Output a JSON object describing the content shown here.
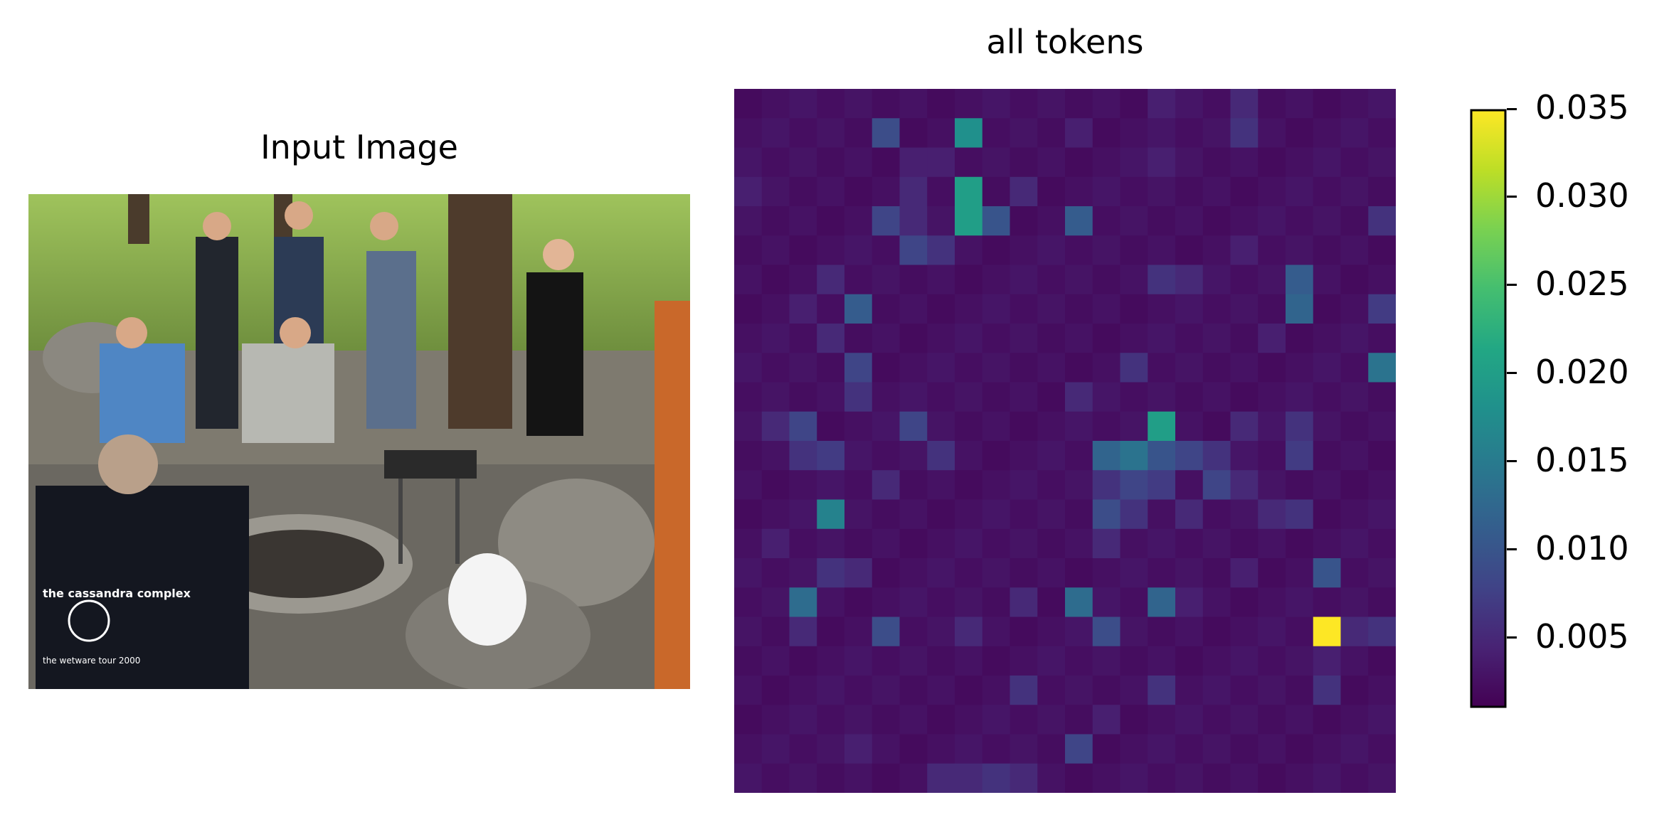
{
  "left_panel": {
    "title": "Input Image",
    "image_description_icon": "photo-placeholder",
    "jacket_text_line1": "the cassandra complex",
    "jacket_text_line2": "the wetware tour 2000"
  },
  "chart_data": {
    "type": "heatmap",
    "title": "all tokens",
    "rows": 24,
    "cols": 24,
    "vmin": 0.001,
    "vmax": 0.035,
    "colormap": "viridis",
    "colorbar_ticks": [
      "0.035",
      "0.030",
      "0.025",
      "0.020",
      "0.015",
      "0.010",
      "0.005"
    ],
    "colorbar_tick_values": [
      0.035,
      0.03,
      0.025,
      0.02,
      0.015,
      0.01,
      0.005
    ],
    "background_value": 0.002,
    "cells": [
      {
        "r": 0,
        "c": 15,
        "v": 0.004
      },
      {
        "r": 0,
        "c": 18,
        "v": 0.005
      },
      {
        "r": 1,
        "c": 5,
        "v": 0.009
      },
      {
        "r": 1,
        "c": 8,
        "v": 0.018
      },
      {
        "r": 1,
        "c": 12,
        "v": 0.004
      },
      {
        "r": 1,
        "c": 18,
        "v": 0.006
      },
      {
        "r": 2,
        "c": 6,
        "v": 0.004
      },
      {
        "r": 2,
        "c": 7,
        "v": 0.004
      },
      {
        "r": 2,
        "c": 15,
        "v": 0.004
      },
      {
        "r": 3,
        "c": 0,
        "v": 0.004
      },
      {
        "r": 3,
        "c": 6,
        "v": 0.005
      },
      {
        "r": 3,
        "c": 8,
        "v": 0.02
      },
      {
        "r": 3,
        "c": 10,
        "v": 0.005
      },
      {
        "r": 4,
        "c": 5,
        "v": 0.008
      },
      {
        "r": 4,
        "c": 6,
        "v": 0.005
      },
      {
        "r": 4,
        "c": 8,
        "v": 0.02
      },
      {
        "r": 4,
        "c": 9,
        "v": 0.01
      },
      {
        "r": 4,
        "c": 12,
        "v": 0.011
      },
      {
        "r": 4,
        "c": 23,
        "v": 0.006
      },
      {
        "r": 5,
        "c": 6,
        "v": 0.008
      },
      {
        "r": 5,
        "c": 7,
        "v": 0.006
      },
      {
        "r": 5,
        "c": 18,
        "v": 0.004
      },
      {
        "r": 6,
        "c": 3,
        "v": 0.005
      },
      {
        "r": 6,
        "c": 15,
        "v": 0.006
      },
      {
        "r": 6,
        "c": 16,
        "v": 0.005
      },
      {
        "r": 6,
        "c": 20,
        "v": 0.011
      },
      {
        "r": 7,
        "c": 2,
        "v": 0.004
      },
      {
        "r": 7,
        "c": 4,
        "v": 0.011
      },
      {
        "r": 7,
        "c": 20,
        "v": 0.012
      },
      {
        "r": 7,
        "c": 23,
        "v": 0.007
      },
      {
        "r": 8,
        "c": 3,
        "v": 0.005
      },
      {
        "r": 8,
        "c": 19,
        "v": 0.004
      },
      {
        "r": 9,
        "c": 4,
        "v": 0.008
      },
      {
        "r": 9,
        "c": 14,
        "v": 0.006
      },
      {
        "r": 9,
        "c": 23,
        "v": 0.014
      },
      {
        "r": 10,
        "c": 4,
        "v": 0.006
      },
      {
        "r": 10,
        "c": 12,
        "v": 0.005
      },
      {
        "r": 11,
        "c": 1,
        "v": 0.005
      },
      {
        "r": 11,
        "c": 2,
        "v": 0.008
      },
      {
        "r": 11,
        "c": 6,
        "v": 0.008
      },
      {
        "r": 11,
        "c": 15,
        "v": 0.02
      },
      {
        "r": 11,
        "c": 18,
        "v": 0.005
      },
      {
        "r": 11,
        "c": 20,
        "v": 0.006
      },
      {
        "r": 12,
        "c": 2,
        "v": 0.006
      },
      {
        "r": 12,
        "c": 3,
        "v": 0.007
      },
      {
        "r": 12,
        "c": 7,
        "v": 0.006
      },
      {
        "r": 12,
        "c": 13,
        "v": 0.012
      },
      {
        "r": 12,
        "c": 14,
        "v": 0.014
      },
      {
        "r": 12,
        "c": 15,
        "v": 0.01
      },
      {
        "r": 12,
        "c": 16,
        "v": 0.008
      },
      {
        "r": 12,
        "c": 17,
        "v": 0.006
      },
      {
        "r": 12,
        "c": 20,
        "v": 0.007
      },
      {
        "r": 13,
        "c": 5,
        "v": 0.005
      },
      {
        "r": 13,
        "c": 13,
        "v": 0.006
      },
      {
        "r": 13,
        "c": 14,
        "v": 0.008
      },
      {
        "r": 13,
        "c": 15,
        "v": 0.007
      },
      {
        "r": 13,
        "c": 17,
        "v": 0.008
      },
      {
        "r": 13,
        "c": 18,
        "v": 0.005
      },
      {
        "r": 14,
        "c": 3,
        "v": 0.016
      },
      {
        "r": 14,
        "c": 13,
        "v": 0.009
      },
      {
        "r": 14,
        "c": 14,
        "v": 0.006
      },
      {
        "r": 14,
        "c": 16,
        "v": 0.005
      },
      {
        "r": 14,
        "c": 19,
        "v": 0.005
      },
      {
        "r": 14,
        "c": 20,
        "v": 0.006
      },
      {
        "r": 15,
        "c": 1,
        "v": 0.004
      },
      {
        "r": 15,
        "c": 13,
        "v": 0.005
      },
      {
        "r": 16,
        "c": 3,
        "v": 0.006
      },
      {
        "r": 16,
        "c": 4,
        "v": 0.005
      },
      {
        "r": 16,
        "c": 18,
        "v": 0.004
      },
      {
        "r": 16,
        "c": 21,
        "v": 0.01
      },
      {
        "r": 17,
        "c": 2,
        "v": 0.013
      },
      {
        "r": 17,
        "c": 10,
        "v": 0.005
      },
      {
        "r": 17,
        "c": 12,
        "v": 0.013
      },
      {
        "r": 17,
        "c": 15,
        "v": 0.012
      },
      {
        "r": 17,
        "c": 16,
        "v": 0.004
      },
      {
        "r": 18,
        "c": 2,
        "v": 0.005
      },
      {
        "r": 18,
        "c": 5,
        "v": 0.009
      },
      {
        "r": 18,
        "c": 8,
        "v": 0.005
      },
      {
        "r": 18,
        "c": 13,
        "v": 0.009
      },
      {
        "r": 18,
        "c": 21,
        "v": 0.035
      },
      {
        "r": 18,
        "c": 22,
        "v": 0.005
      },
      {
        "r": 18,
        "c": 23,
        "v": 0.006
      },
      {
        "r": 19,
        "c": 21,
        "v": 0.004
      },
      {
        "r": 20,
        "c": 10,
        "v": 0.006
      },
      {
        "r": 20,
        "c": 15,
        "v": 0.006
      },
      {
        "r": 20,
        "c": 21,
        "v": 0.006
      },
      {
        "r": 21,
        "c": 13,
        "v": 0.004
      },
      {
        "r": 22,
        "c": 4,
        "v": 0.004
      },
      {
        "r": 22,
        "c": 12,
        "v": 0.008
      },
      {
        "r": 23,
        "c": 7,
        "v": 0.005
      },
      {
        "r": 23,
        "c": 8,
        "v": 0.005
      },
      {
        "r": 23,
        "c": 9,
        "v": 0.006
      },
      {
        "r": 23,
        "c": 10,
        "v": 0.005
      }
    ]
  }
}
